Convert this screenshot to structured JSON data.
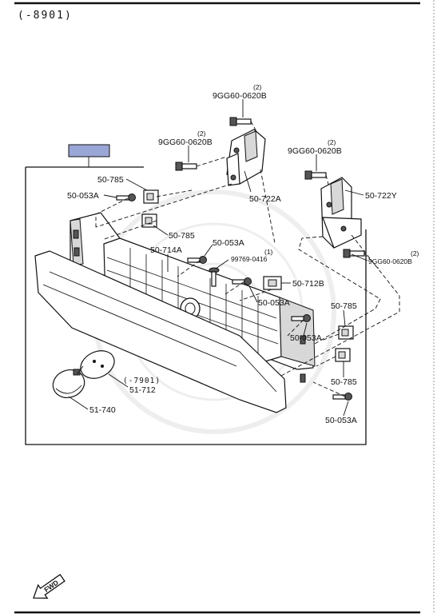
{
  "header": {
    "range": "(-8901)"
  },
  "assembly_badge": {
    "color": "#9aa6d6"
  },
  "note": {
    "date_range": "(-7901)"
  },
  "fwd_arrow": {
    "label": "FWD"
  },
  "callouts": {
    "bolt_top_center": {
      "code": "9GG60-0620B",
      "qty": "(2)"
    },
    "bolt_left": {
      "code": "9GG60-0620B",
      "qty": "(2)"
    },
    "bolt_right": {
      "code": "9GG60-0620B",
      "qty": "(2)"
    },
    "bolt_right_lower": {
      "code": "9GG60-0620B",
      "qty": "(2)"
    },
    "bracket_left": {
      "code": "50-722A"
    },
    "bracket_right": {
      "code": "50-722Y"
    },
    "clip_top_left": {
      "code": "50-785"
    },
    "screw_top_left": {
      "code": "50-053A"
    },
    "clip_left_lower": {
      "code": "50-785"
    },
    "screw_center": {
      "code": "50-053A"
    },
    "grille": {
      "code": "50-714A"
    },
    "fastener_center": {
      "code": "99769-0416",
      "qty": "(1)"
    },
    "emblem_clip": {
      "code": "50-712B"
    },
    "screw_mid": {
      "code": "50-053A"
    },
    "clip_right_upper": {
      "code": "50-785"
    },
    "screw_right_upper": {
      "code": "50-053A"
    },
    "clip_right_lower": {
      "code": "50-785"
    },
    "screw_right_lower": {
      "code": "50-053A"
    },
    "emblem_base": {
      "code": "51-712"
    },
    "emblem_cover": {
      "code": "51-740"
    }
  }
}
